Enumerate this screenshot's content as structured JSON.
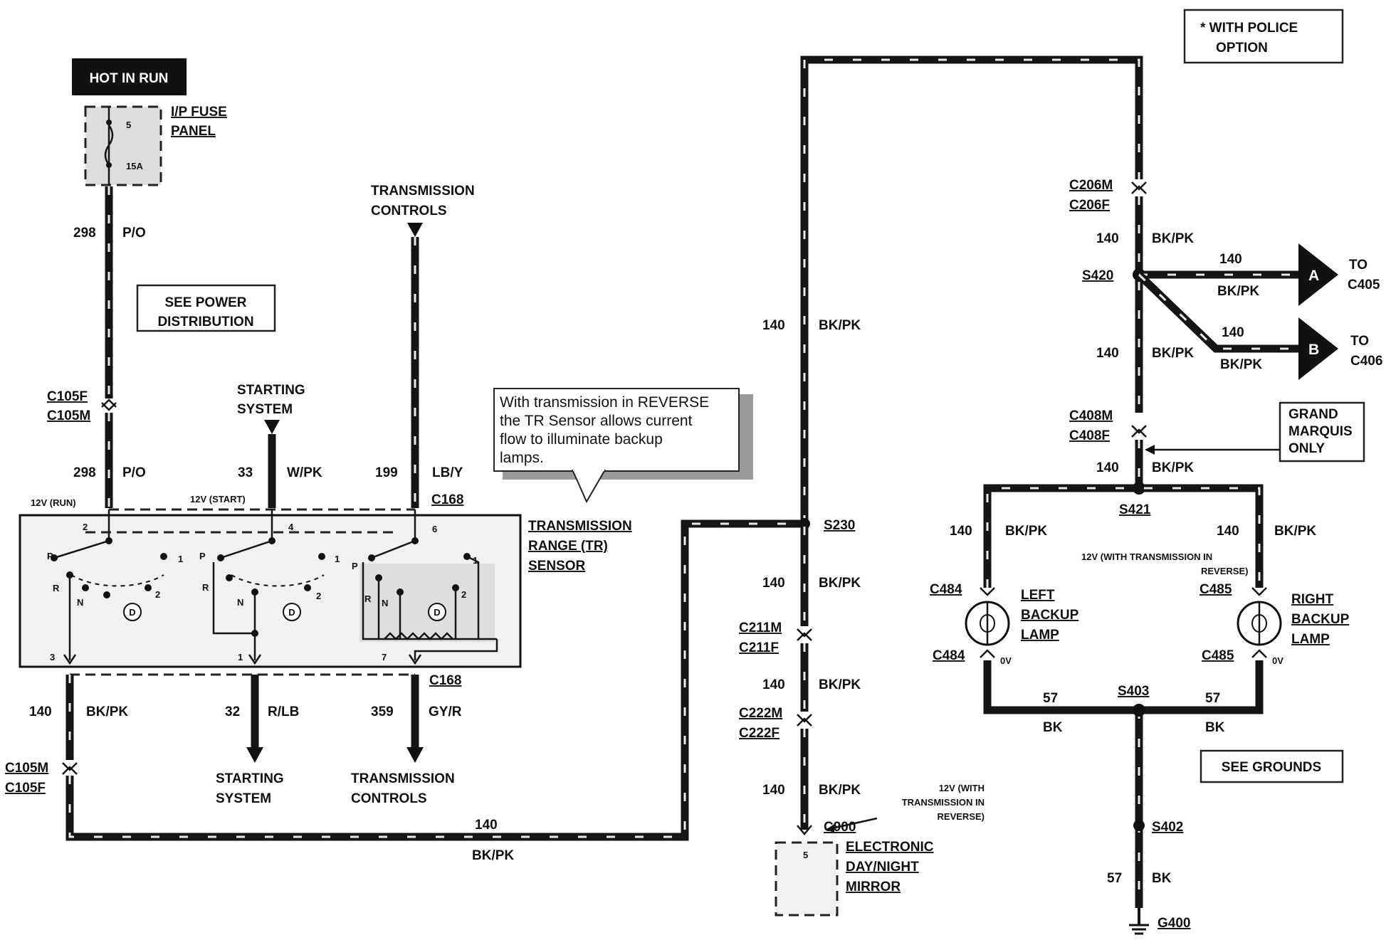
{
  "hot_in_run": "HOT IN RUN",
  "fuse_panel": {
    "label_1": "I/P FUSE",
    "label_2": "PANEL",
    "fuse_number": "5",
    "fuse_rating": "15A"
  },
  "see_power": {
    "line_1": "SEE POWER",
    "line_2": "DISTRIBUTION"
  },
  "see_grounds": "SEE GROUNDS",
  "police_note": {
    "line_1": "* WITH POLICE",
    "line_2": "OPTION"
  },
  "grand_marquis": {
    "line_1": "GRAND",
    "line_2": "MARQUIS",
    "line_3": "ONLY"
  },
  "callout": {
    "line_1": "With transmission in REVERSE",
    "line_2": "the TR Sensor allows current",
    "line_3": "flow to illuminate backup",
    "line_4": "lamps."
  },
  "tr_sensor": {
    "label_1": "TRANSMISSION",
    "label_2": "RANGE (TR)",
    "label_3": "SENSOR",
    "v_run": "12V (RUN)",
    "v_start": "12V (START)",
    "connector_top": "C168",
    "connector_bottom": "C168",
    "pins": [
      "2",
      "4",
      "6",
      "3",
      "1",
      "7"
    ],
    "positions": {
      "p": "P",
      "r": "R",
      "n": "N",
      "d": "D",
      "two": "2",
      "one": "1"
    }
  },
  "top_refs": {
    "trans_controls_1": "TRANSMISSION",
    "trans_controls_2": "CONTROLS",
    "starting_1": "STARTING",
    "starting_2": "SYSTEM"
  },
  "bottom_refs": {
    "starting_1": "STARTING",
    "starting_2": "SYSTEM",
    "trans_controls_1": "TRANSMISSION",
    "trans_controls_2": "CONTROLS"
  },
  "circuits": {
    "c298": "298",
    "c298_color": "P/O",
    "c33": "33",
    "c33_color": "W/PK",
    "c199": "199",
    "c199_color": "LB/Y",
    "c140": "140",
    "c140_color": "BK/PK",
    "c32": "32",
    "c32_color": "R/LB",
    "c359": "359",
    "c359_color": "GY/R",
    "c57": "57",
    "c57_color": "BK"
  },
  "connectors": {
    "c105f": "C105F",
    "c105m": "C105M",
    "c206m": "C206M",
    "c206f": "C206F",
    "c408m": "C408M",
    "c408f": "C408F",
    "c211m": "C211M",
    "c211f": "C211F",
    "c222m": "C222M",
    "c222f": "C222F",
    "c900": "C900",
    "c900_pin": "5",
    "c484": "C484",
    "c485": "C485"
  },
  "splices": {
    "s230": "S230",
    "s420": "S420",
    "s421": "S421",
    "s403": "S403",
    "s402": "S402",
    "g400": "G400"
  },
  "mirror": {
    "line_1": "ELECTRONIC",
    "line_2": "DAY/NIGHT",
    "line_3": "MIRROR"
  },
  "mirror_note": {
    "line_1": "12V (WITH",
    "line_2": "TRANSMISSION IN",
    "line_3": "REVERSE)"
  },
  "lamp_note": {
    "line_1": "12V (WITH TRANSMISSION IN",
    "line_2": "REVERSE)"
  },
  "left_lamp": {
    "line_1": "LEFT",
    "line_2": "BACKUP",
    "line_3": "LAMP"
  },
  "right_lamp": {
    "line_1": "RIGHT",
    "line_2": "BACKUP",
    "line_3": "LAMP"
  },
  "zero_volt": "0V",
  "page_refs": {
    "a_letter": "A",
    "a_to": "TO",
    "a_conn": "C405",
    "b_letter": "B",
    "b_to": "TO",
    "b_conn": "C406"
  }
}
